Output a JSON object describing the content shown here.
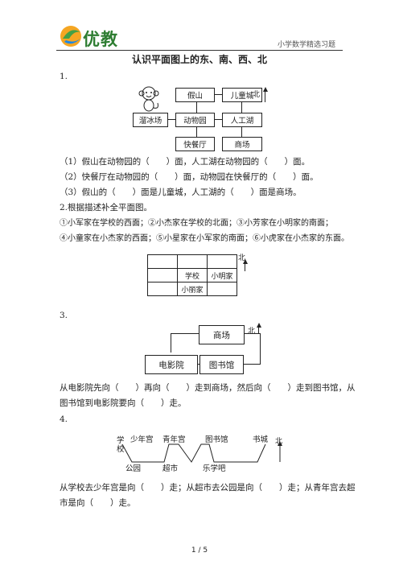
{
  "header": {
    "logo_text": "优教",
    "note": "小学数学精选习题"
  },
  "title": "认识平面图上的东、南、西、北",
  "q1": {
    "num": "1.",
    "boxes": {
      "jiashan": "假山",
      "ertongcheng": "儿童城",
      "liubingchang": "溜冰场",
      "dongwuyuan": "动物园",
      "rengonghu": "人工湖",
      "kuaicanting": "快餐厅",
      "shangchang": "商场"
    },
    "north": "北",
    "lines": [
      "（1）假山在动物园的（　　）面，人工湖在动物园的（　　）面。",
      "（2）快餐厅在动物园的（　　）面，动物园在快餐厅的（　　）面。",
      "（3）假山的（　　）面是儿童城，人工湖的（　　）面是商场。"
    ]
  },
  "q2": {
    "intro": "2.根据描述补全平面图。",
    "desc1": "①小军家在学校的西面；②小杰家在学校的北面；③小芳家在小明家的南面；",
    "desc2": "④小童家在小杰家的西面；⑤小星家在小军家的南面；⑥小虎家在小杰家的东面。",
    "cells": {
      "school": "学校",
      "xiaoming": "小明家",
      "xiaoli": "小丽家"
    },
    "north": "北"
  },
  "q3": {
    "num": "3.",
    "boxes": {
      "shangchang": "商场",
      "dianyingyuan": "电影院",
      "tushuguan": "图书馆"
    },
    "north": "北",
    "line1": "从电影院先向（　　）再向（　　）走到商场，然后向（　　）走到图书馆，从",
    "line2": "图书馆到电影院要向（　　）走。"
  },
  "q4": {
    "num": "4.",
    "places": {
      "school": "学校",
      "shaoniangong": "少年宫",
      "qingniangong": "青年宫",
      "tushuguan": "图书馆",
      "shucheng": "书城",
      "gongyuan": "公园",
      "chaoshi": "超市",
      "lexueba": "乐学吧"
    },
    "north": "北",
    "line1": "从学校去少年宫是向（　　）走；从超市去公园是向（　　）走；从青年宫去超",
    "line2": "市是向（　　）走。"
  },
  "footer": "1 / 5"
}
